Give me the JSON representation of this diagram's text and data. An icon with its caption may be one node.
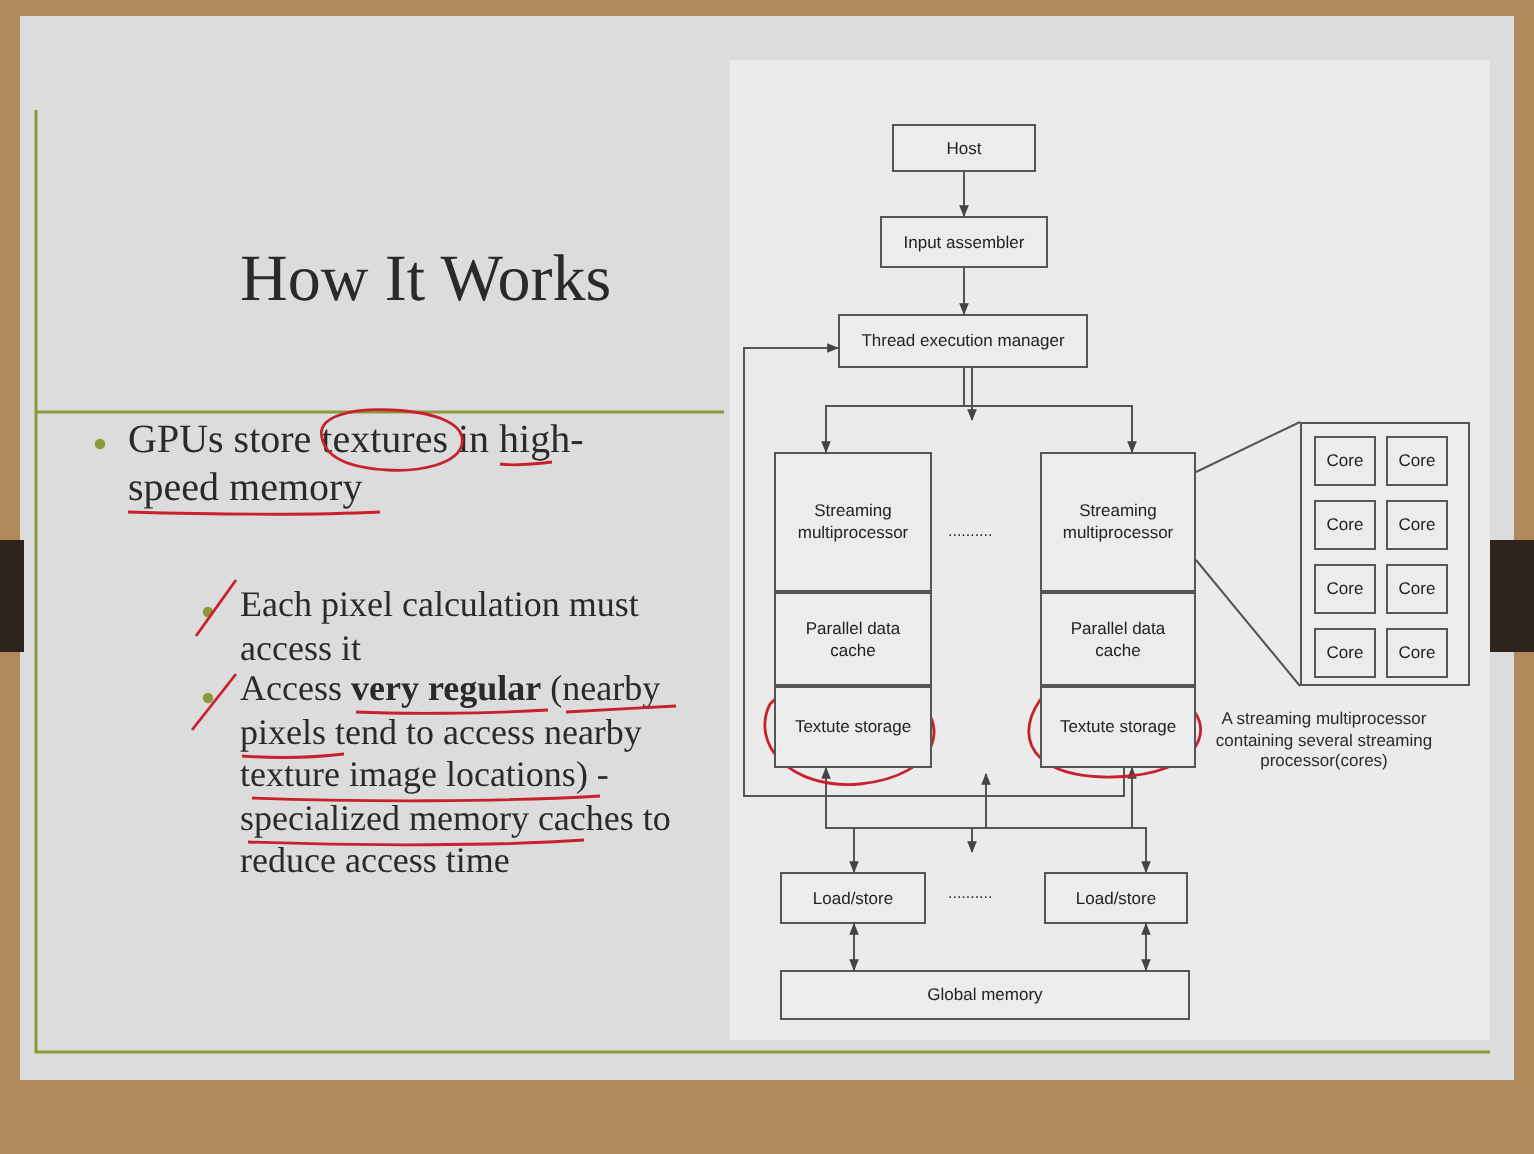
{
  "diagram": {
    "title": "How It Works",
    "nodes": [
      {
        "text": [
          "Host"
        ]
      },
      {
        "text": [
          "Input assembler"
        ]
      },
      {
        "text": [
          "Thread execution manager"
        ]
      },
      {
        "text": [
          "Streaming multiprocessor"
        ]
      },
      {
        "text": [
          "Parallel data cache"
        ]
      },
      {
        "text": [
          "Textute storage"
        ]
      },
      {
        "text": [
          "Streaming multiprocessor"
        ]
      },
      {
        "text": [
          "Parallel data cache"
        ]
      },
      {
        "text": [
          "Textute storage"
        ]
      },
      {
        "text": [
          "Load/store"
        ]
      },
      {
        "text": [
          "Load/store"
        ]
      },
      {
        "text": [
          "Global memory"
        ]
      },
      {
        "text": [],
        "shape": "box",
        "beside": [
          "A streaming multiprocessor containing several streaming processor(cores)"
        ]
      },
      {
        "text": [
          "Core"
        ],
        "in": 12
      },
      {
        "text": [
          "Core"
        ],
        "in": 12
      },
      {
        "text": [
          "Core"
        ],
        "in": 12
      },
      {
        "text": [
          "Core"
        ],
        "in": 12
      },
      {
        "text": [
          "Core"
        ],
        "in": 12
      },
      {
        "text": [
          "Core"
        ],
        "in": 12
      },
      {
        "text": [
          "Core"
        ],
        "in": 12
      },
      {
        "text": [
          "Core"
        ],
        "in": 12
      }
    ],
    "edges": [
      {
        "from": 0,
        "to": 1,
        "arrow": "to"
      },
      {
        "from": 1,
        "to": 2,
        "arrow": "to"
      },
      {
        "from": 2,
        "to": 3,
        "arrow": "to"
      },
      {
        "from": 2,
        "to": 6,
        "arrow": "to"
      },
      {
        "from": 2,
        "to": null,
        "arrow": "to"
      },
      {
        "from": 8,
        "to": 2,
        "arrow": "to"
      },
      {
        "from": 9,
        "to": 5,
        "arrow": "both"
      },
      {
        "from": 10,
        "to": 8,
        "arrow": "both"
      },
      {
        "from": 9,
        "to": 11,
        "arrow": "both"
      },
      {
        "from": 10,
        "to": 11,
        "arrow": "both"
      },
      {
        "from": 6,
        "to": 12,
        "arrow": "none"
      },
      {
        "from": 6,
        "to": 12,
        "arrow": "none"
      }
    ],
    "labels": [
      "GPUs store textures in high-speed memory",
      "Each pixel calculation must access it",
      "Access **very regular** (nearby pixels tend to access nearby texture image locations) - specialized memory caches to reduce access time",
      "..........",
      ".........."
    ]
  }
}
